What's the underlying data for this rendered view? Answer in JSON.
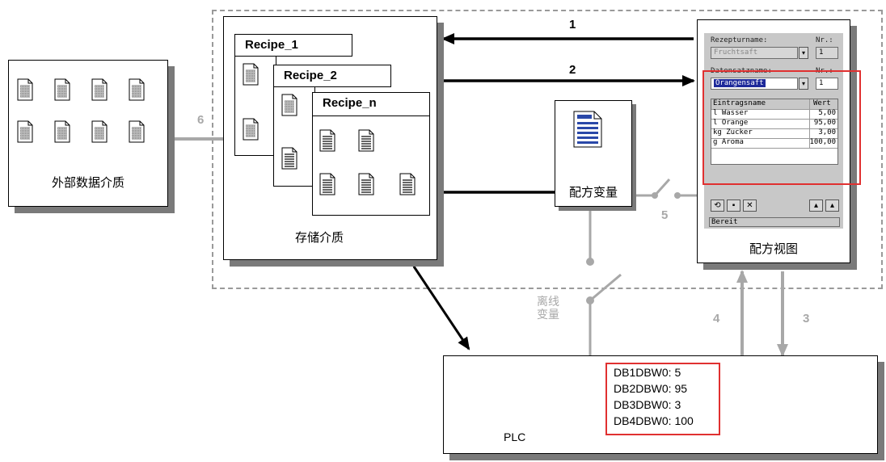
{
  "external_medium": {
    "label": "外部数据介质",
    "file_icons": [
      "file-icon",
      "file-icon",
      "file-icon",
      "file-icon",
      "file-icon",
      "file-icon",
      "file-icon",
      "file-icon"
    ]
  },
  "storage": {
    "label": "存储介质",
    "recipes": [
      {
        "name": "Recipe_1"
      },
      {
        "name": "Recipe_2"
      },
      {
        "name": "Recipe_n"
      }
    ]
  },
  "recipe_variable": {
    "label": "配方变量"
  },
  "offline_variable": {
    "label_line1": "离线",
    "label_line2": "变量"
  },
  "recipe_view": {
    "label": "配方视图",
    "recipe_name_label": "Rezepturname:",
    "recipe_name_value": "Fruchtsaft",
    "recipe_nr_label": "Nr.:",
    "recipe_nr_value": "1",
    "record_name_label": "Datensatzname:",
    "record_name_value": "Orangensaft",
    "record_nr_label": "Nr.:",
    "record_nr_value": "1",
    "table": {
      "headers": [
        "Eintragsname",
        "Wert"
      ],
      "rows": [
        {
          "name": "l Wasser",
          "value": "5,00"
        },
        {
          "name": "l Orange",
          "value": "95,00"
        },
        {
          "name": "kg Zucker",
          "value": "3,00"
        },
        {
          "name": "g Aroma",
          "value": "100,00"
        }
      ]
    },
    "status": "Bereit"
  },
  "plc": {
    "label": "PLC",
    "values": [
      "DB1DBW0: 5",
      "DB2DBW0: 95",
      "DB3DBW0: 3",
      "DB4DBW0: 100"
    ]
  },
  "arrow_labels": {
    "a1": "1",
    "a2": "2",
    "a3": "3",
    "a4": "4",
    "a5": "5",
    "a6": "6"
  },
  "colors": {
    "highlight": "#e03030",
    "gray_connector": "#a8a8a8",
    "shadow": "#7a7a7a"
  }
}
